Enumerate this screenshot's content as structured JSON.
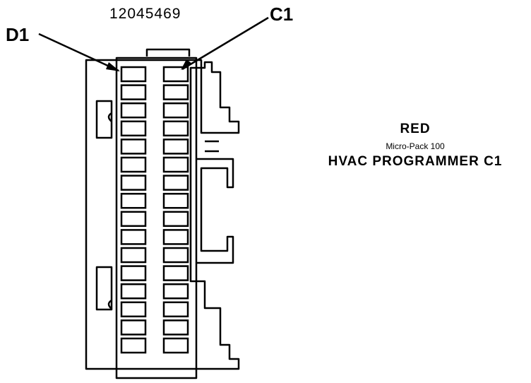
{
  "part_number": "12045469",
  "pin_labels": {
    "top_left": "D1",
    "top_right": "C1"
  },
  "connector": {
    "color": "RED",
    "family": "Micro-Pack 100",
    "name": "HVAC PROGRAMMER C1",
    "cavity_rows": 16,
    "cavity_columns": 2
  },
  "colors": {
    "ink": "#000000",
    "background": "#ffffff"
  }
}
